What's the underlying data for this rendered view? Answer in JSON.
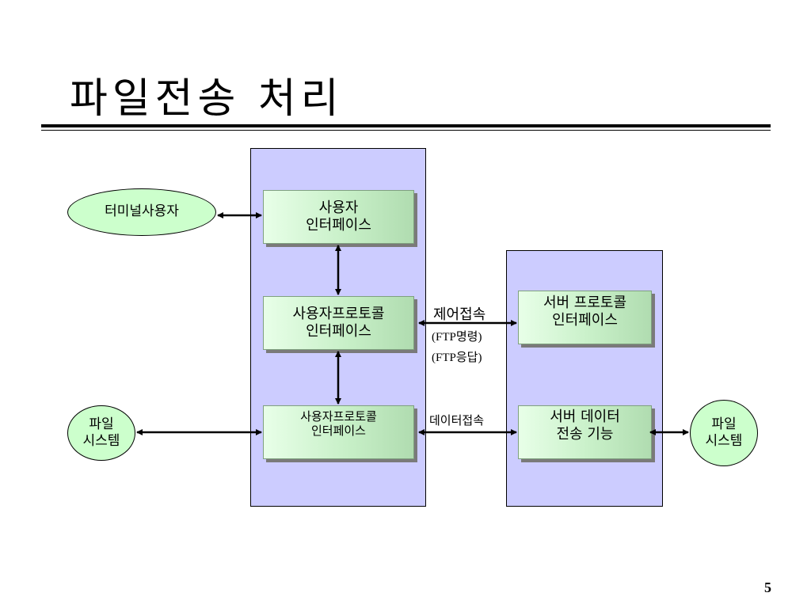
{
  "slide": {
    "title": "파일전송 처리",
    "page_number": "5"
  },
  "client": {
    "user_interface": [
      "사용자",
      "인터페이스"
    ],
    "protocol_interface_1": [
      "사용자프로토콜",
      "인터페이스"
    ],
    "protocol_interface_2": [
      "사용자프로토콜",
      "인터페이스"
    ]
  },
  "server": {
    "protocol_interface": [
      "서버 프로토콜",
      "인터페이스"
    ],
    "data_transfer": [
      "서버 데이터",
      "전송 기능"
    ]
  },
  "external": {
    "terminal_user": "터미널사용자",
    "file_system_left": [
      "파일",
      "시스템"
    ],
    "file_system_right": [
      "파일",
      "시스템"
    ]
  },
  "connections": {
    "control": "제어접속",
    "ftp_command": "(FTP명령)",
    "ftp_reply": "(FTP응답)",
    "data": "데이터접속"
  }
}
